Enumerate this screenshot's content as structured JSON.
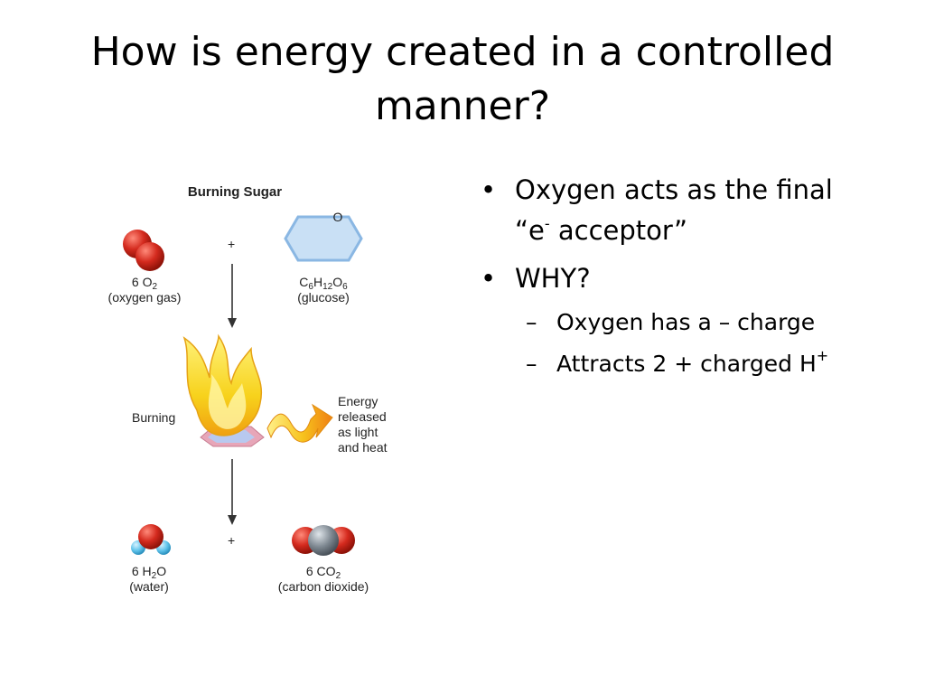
{
  "slide": {
    "title_line1": "How is energy created in a controlled",
    "title_line2": "manner?"
  },
  "diagram": {
    "heading": "Burning Sugar",
    "plus_top": "+",
    "plus_bottom": "+",
    "o2": {
      "coef": "6 O",
      "sub": "2",
      "name": "(oxygen gas)"
    },
    "glucose": {
      "ring_label": "O",
      "c": "C",
      "c_sub": "6",
      "h": "H",
      "h_sub": "12",
      "o": "O",
      "o_sub": "6",
      "name": "(glucose)"
    },
    "burning_label": "Burning",
    "energy_label_1": "Energy",
    "energy_label_2": "released",
    "energy_label_3": "as light",
    "energy_label_4": "and heat",
    "water": {
      "coef": "6 H",
      "sub": "2",
      "tail": "O",
      "name": "(water)"
    },
    "co2": {
      "coef": "6 CO",
      "sub": "2",
      "name": "(carbon dioxide)"
    },
    "colors": {
      "oxygen": "#d42a1e",
      "hydrogen": "#5fc3ea",
      "carbon": "#7d8790",
      "glucose_ring": "#a9cdee",
      "flame": "#f7d21c",
      "arrow_energy": "#f39a1a"
    }
  },
  "bullets": {
    "b1_text": "Oxygen acts as the final",
    "b1_cont_pre": "“e",
    "b1_cont_sup": "-",
    "b1_cont_post": " acceptor”",
    "b2_text": "WHY?",
    "sub1_text": "Oxygen has a – charge",
    "sub2_pre": "Attracts 2 + charged H",
    "sub2_sup": "+",
    "bullet_glyph": "•",
    "dash_glyph": "–"
  }
}
